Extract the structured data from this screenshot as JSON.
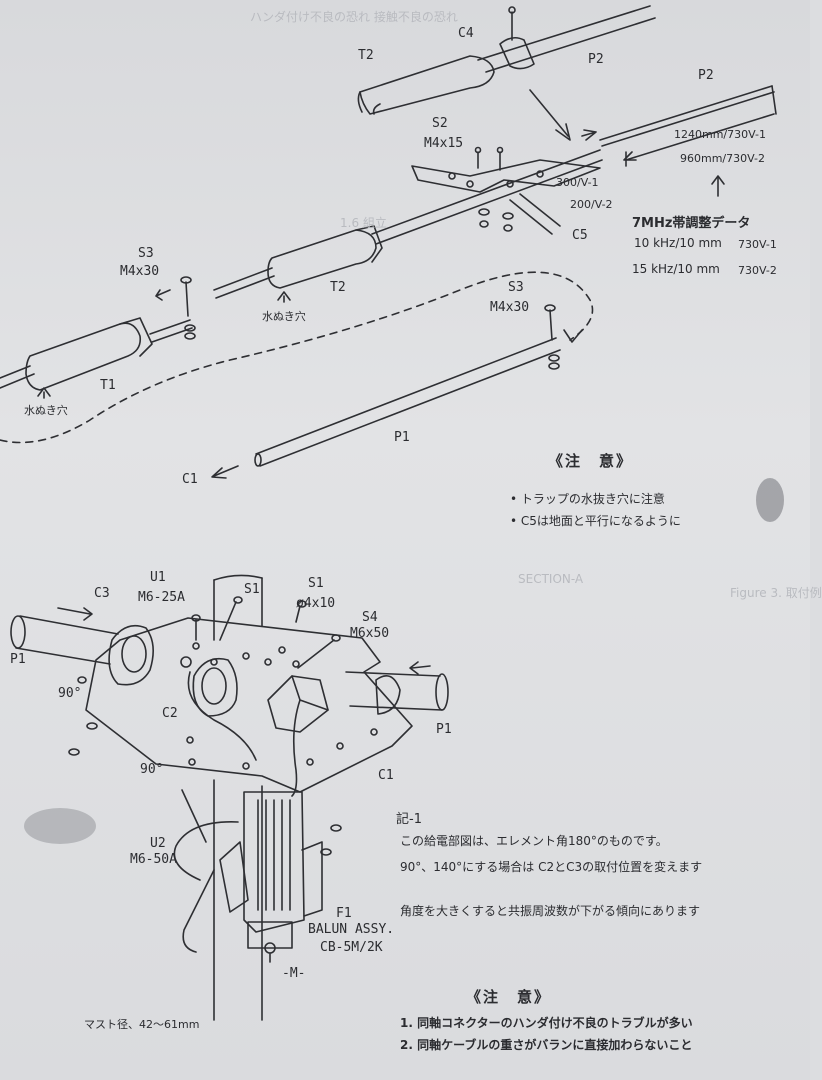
{
  "top": {
    "labels": {
      "c4": "C4",
      "t2_top": "T2",
      "p2_top": "P2",
      "p2_rod": "P2",
      "s2": "S2",
      "s2_bolt": "M4x15",
      "len_v1": "1240mm/730V-1",
      "len_v2": "960mm/730V-2",
      "dim_v1": "300/V-1",
      "dim_v2": "200/V-2",
      "c5": "C5",
      "s3_left": "S3",
      "s3_left_bolt": "M4x30",
      "t2_mid": "T2",
      "drain_t2": "水ぬき穴",
      "t1": "T1",
      "drain_t1": "水ぬき穴",
      "s3_right": "S3",
      "s3_right_bolt": "M4x30",
      "p1": "P1",
      "c1": "C1"
    },
    "tuning": {
      "title": "7MHz帯調整データ",
      "row1": "10 kHz/10 mm",
      "row1_model": "730V-1",
      "row2": "15 kHz/10 mm",
      "row2_model": "730V-2"
    },
    "caution": {
      "title": "《注　意》",
      "items": [
        "• トラップの水抜き穴に注意",
        "• C5は地面と平行になるように"
      ]
    }
  },
  "feed": {
    "labels": {
      "u1": "U1",
      "u1_bolt": "M6-25A",
      "c3": "C3",
      "s1_a": "S1",
      "s1_b": "S1",
      "s1_size": "ø4x10",
      "s4": "S4",
      "s4_bolt": "M6x50",
      "p1_left": "P1",
      "p1_right": "P1",
      "ang_90a": "90°",
      "ang_90b": "90°",
      "c2": "C2",
      "c1": "C1",
      "u2": "U2",
      "u2_bolt": "M6-50A",
      "f1": "F1",
      "balun": "BALUN ASSY.",
      "balun_model": "CB-5M/2K",
      "m": "-M-",
      "mast": "マスト径、42〜61mm"
    },
    "note": {
      "title": "記-1",
      "line1": "この給電部図は、エレメント角180°のものです。",
      "line2": "90°、140°にする場合は C2とC3の取付位置を変えます",
      "line3": "角度を大きくすると共振周波数が下がる傾向にあります"
    },
    "caution": {
      "title": "《注　意》",
      "items": [
        "1. 同軸コネクターのハンダ付け不良のトラブルが多い",
        "2. 同軸ケーブルの重さがバランに直接加わらないこと"
      ]
    }
  },
  "bleed": {
    "line1": "ハンダ付け不良の恐れ 接触不良の恐れ",
    "line2": "1.6 組立",
    "line3": "SECTION-A",
    "line4": "Figure 3. 取付例"
  }
}
